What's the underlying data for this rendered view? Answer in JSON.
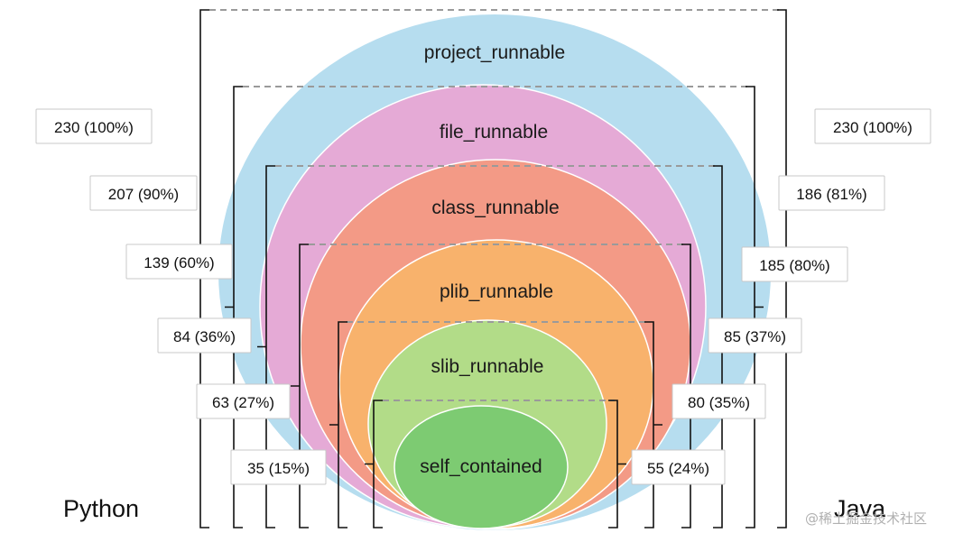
{
  "levels": [
    {
      "name": "project_runnable",
      "python": "230 (100%)",
      "java": "230 (100%)",
      "color": "#b6ddef"
    },
    {
      "name": "file_runnable",
      "python": "207 (90%)",
      "java": "186 (81%)",
      "color": "#e5aad6"
    },
    {
      "name": "class_runnable",
      "python": "139 (60%)",
      "java": "185 (80%)",
      "color": "#f39a86"
    },
    {
      "name": "plib_runnable",
      "python": "84 (36%)",
      "java": "85 (37%)",
      "color": "#f8b26c"
    },
    {
      "name": "slib_runnable",
      "python": "63 (27%)",
      "java": "80 (35%)",
      "color": "#b2dc88"
    },
    {
      "name": "self_contained",
      "python": "35 (15%)",
      "java": "55 (24%)",
      "color": "#7dcb72"
    }
  ],
  "languages": {
    "left": "Python",
    "right": "Java"
  },
  "watermark": "@稀土掘金技术社区"
}
